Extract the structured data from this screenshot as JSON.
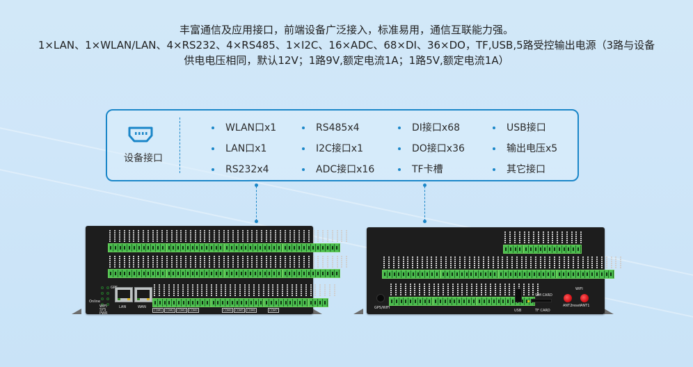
{
  "header": {
    "line1": "丰富通信及应用接口，前端设备广泛接入，标准易用，通信互联能力强。",
    "line2": "1×LAN、1×WLAN/LAN、4×RS232、4×RS485、1×I2C、16×ADC、68×DI、36×DO，TF,USB,5路受控输出电源（3路与设备",
    "line3": "供电电压相同，默认12V；1路9V,额定电流1A；1路5V,额定电流1A）"
  },
  "spec_box": {
    "icon": "port-interface-icon",
    "title": "设备接口",
    "columns": [
      [
        "WLAN口x1",
        "LAN口x1",
        "RS232x4"
      ],
      [
        "RS485x4",
        "I2C接口x1",
        "ADC接口x16"
      ],
      [
        "DI接口x68",
        "DO接口x36",
        "TF卡槽"
      ],
      [
        "USB接口",
        "输出电压x5",
        "其它接口"
      ]
    ]
  },
  "colors": {
    "accent": "#1a86c8",
    "device_body": "#1d1d1d",
    "terminal_green": "#4bbd4f",
    "antenna_red": "#d8141a"
  },
  "device_front": {
    "indicator_labels": [
      "GPS",
      "Online",
      "WIFI",
      "SYS",
      "PWR"
    ],
    "port_labels": [
      "LAN",
      "WAN"
    ],
    "com_labels_a": [
      "COM1",
      "COM2",
      "COM3",
      "COM4"
    ],
    "com_labels_b": [
      "COM4",
      "COM5",
      "COM6"
    ],
    "com_labels_c": [
      "COM7"
    ]
  },
  "device_back": {
    "gps_label": "GPS/WIFI",
    "usb_label": "USB",
    "sim_label": "SIM CARD",
    "tf_label": "TF CARD",
    "wifi_label": "WIFI",
    "ant2_label": "ANT2",
    "reset_label": "reset",
    "ant1_label": "ANT1"
  }
}
